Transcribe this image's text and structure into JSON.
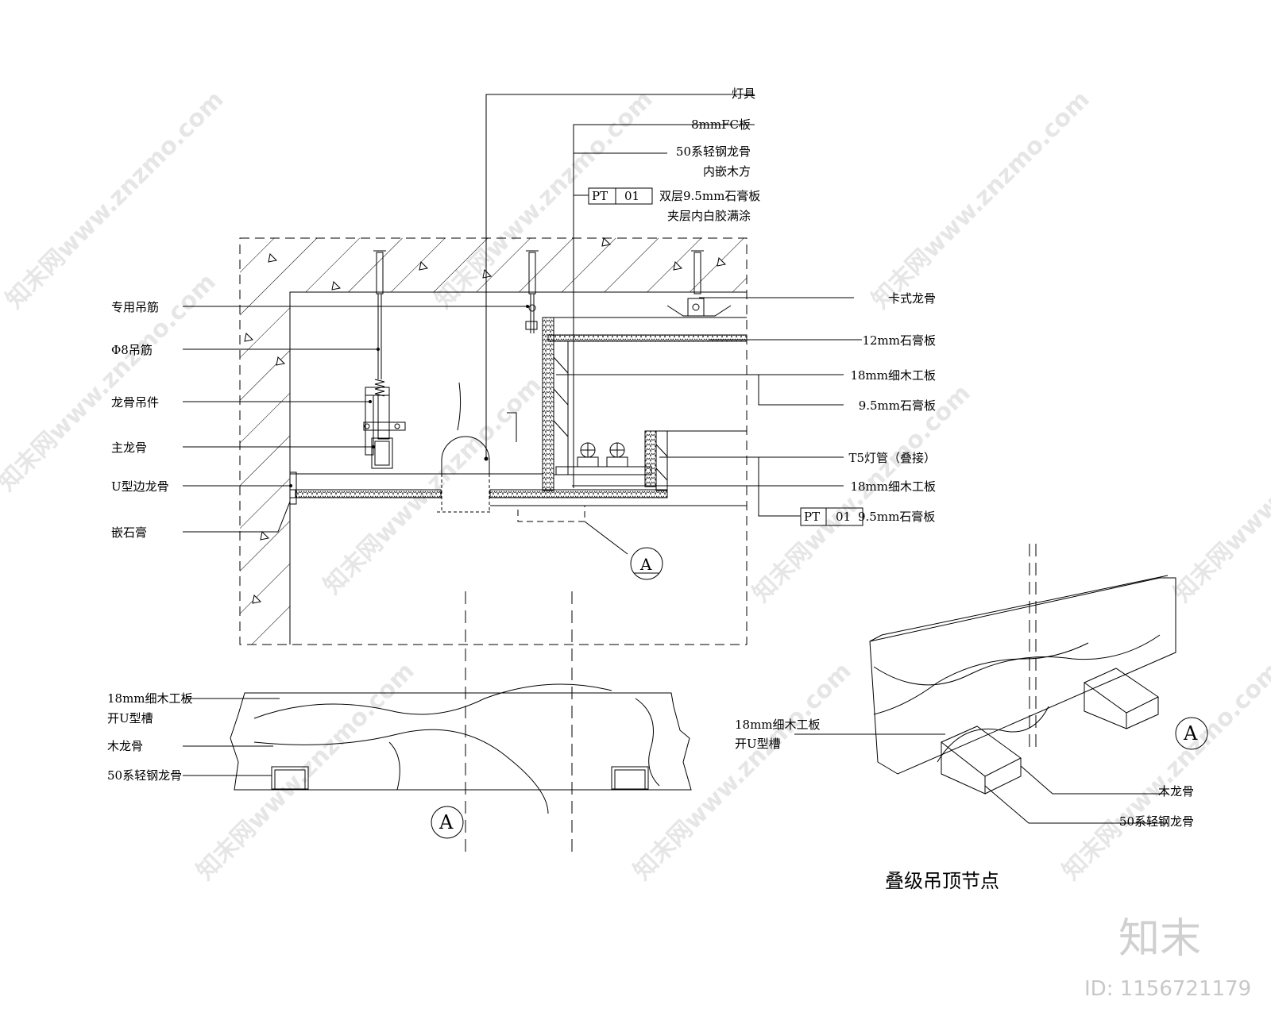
{
  "labels": {
    "left": {
      "hanger_special": "专用吊筋",
      "phi8_hanger": "Φ8吊筋",
      "keel_hanger": "龙骨吊件",
      "main_keel": "主龙骨",
      "u_edge_keel": "U型边龙骨",
      "embed_gypsum": "嵌石膏"
    },
    "top": {
      "lamp": "灯具",
      "fc_board": "8mmFC板",
      "steel_keel_line1": "50系轻钢龙骨",
      "steel_keel_line2": "内嵌木方",
      "pt_code": "PT",
      "pt_num": "01",
      "double_gypsum_line1": "双层9.5mm石膏板",
      "double_gypsum_line2": "夹层内白胶满涂"
    },
    "right": {
      "card_keel": "卡式龙骨",
      "gypsum12": "12mm石膏板",
      "blockboard18_a": "18mm细木工板",
      "gypsum95_a": "9.5mm石膏板",
      "t5_lamp": "T5灯管（叠接）",
      "blockboard18_b": "18mm细木工板",
      "pt2_code": "PT",
      "pt2_num": "01",
      "gypsum95_b": "9.5mm石膏板"
    },
    "section_marker": "A",
    "detail_a": {
      "blockboard_line1": "18mm细木工板",
      "blockboard_line2": "开U型槽",
      "wood_keel": "木龙骨",
      "steel_keel": "50系轻钢龙骨",
      "marker": "A"
    },
    "iso": {
      "blockboard_line1": "18mm细木工板",
      "blockboard_line2": "开U型槽",
      "wood_keel": "木龙骨",
      "steel_keel": "50系轻钢龙骨",
      "marker": "A"
    },
    "title": "叠级吊顶节点"
  },
  "branding": {
    "watermark": "知末网www.znzmo.com",
    "logo": "知末",
    "id_text": "ID: 1156721179"
  }
}
